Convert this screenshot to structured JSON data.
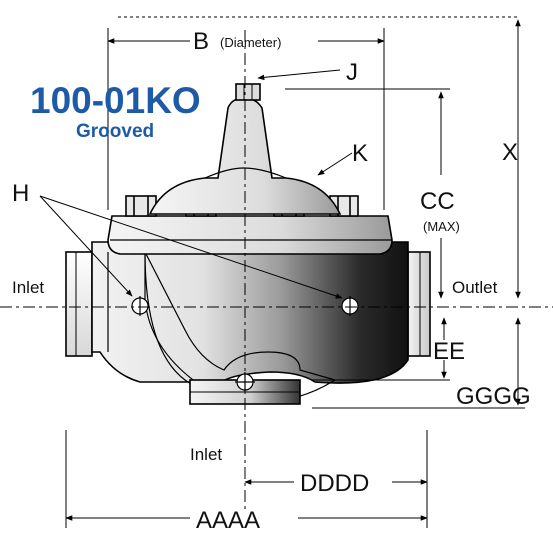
{
  "title": {
    "model": "100-01KO",
    "subtitle": "Grooved",
    "color": "#1e5aa8"
  },
  "labels": {
    "B": "B",
    "B_note": "(Diameter)",
    "J": "J",
    "K": "K",
    "H": "H",
    "X": "X",
    "CC": "CC",
    "CC_note": "(MAX)",
    "inlet_left": "Inlet",
    "outlet": "Outlet",
    "EE": "EE",
    "GGGG": "GGGG",
    "inlet_bottom": "Inlet",
    "DDDD": "DDDD",
    "AAAA": "AAAA"
  }
}
